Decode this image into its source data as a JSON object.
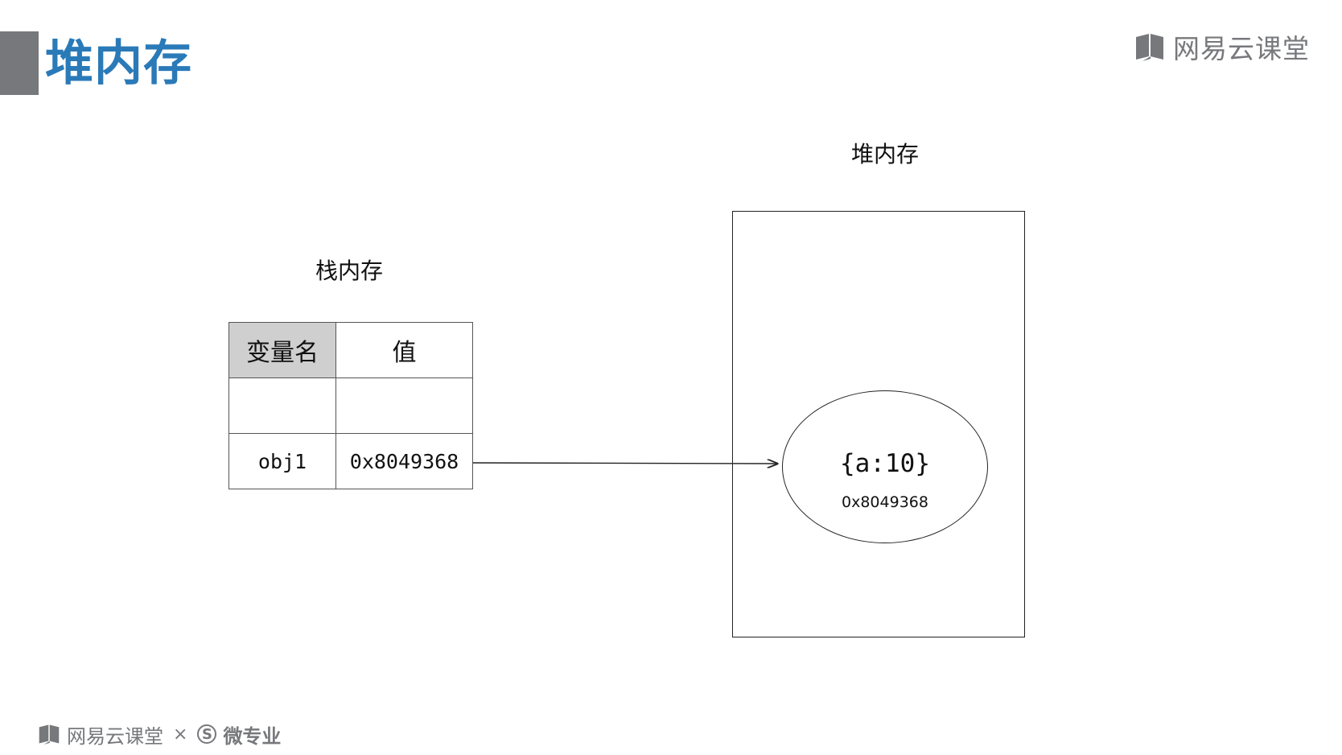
{
  "header": {
    "title": "堆内存",
    "brand": "网易云课堂"
  },
  "diagram": {
    "heap_label": "堆内存",
    "stack_label": "栈内存",
    "stack_table": {
      "headers": [
        "变量名",
        "值"
      ],
      "rows": [
        [
          "",
          ""
        ],
        [
          "obj1",
          "0x8049368"
        ]
      ]
    },
    "heap_object": {
      "value": "{a:10}",
      "address": "0x8049368"
    }
  },
  "footer": {
    "brand": "网易云课堂",
    "separator": "×",
    "partner_mark": "S",
    "partner": "微专业"
  },
  "colors": {
    "title_blue": "#2a7ab8",
    "brand_gray": "#77787b",
    "header_cell_gray": "#cfcfcf"
  }
}
